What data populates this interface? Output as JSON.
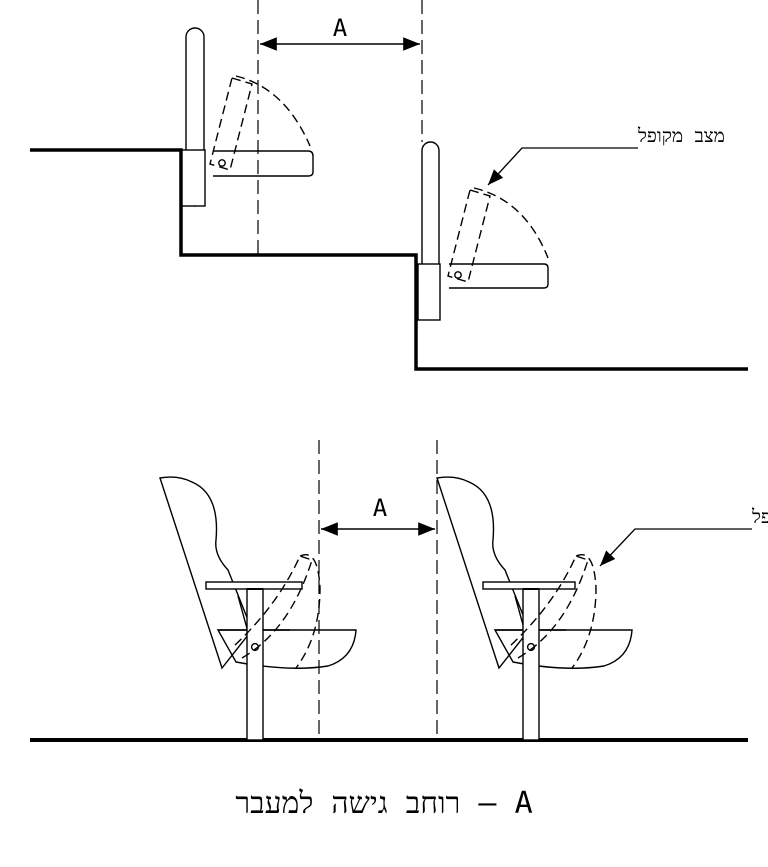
{
  "top": {
    "dimension_label": "A",
    "folded_label": "מצב מקופל"
  },
  "bottom": {
    "dimension_label": "A",
    "folded_label": "מצב מקופל"
  },
  "caption": "A – רוחב גישה למעבר"
}
